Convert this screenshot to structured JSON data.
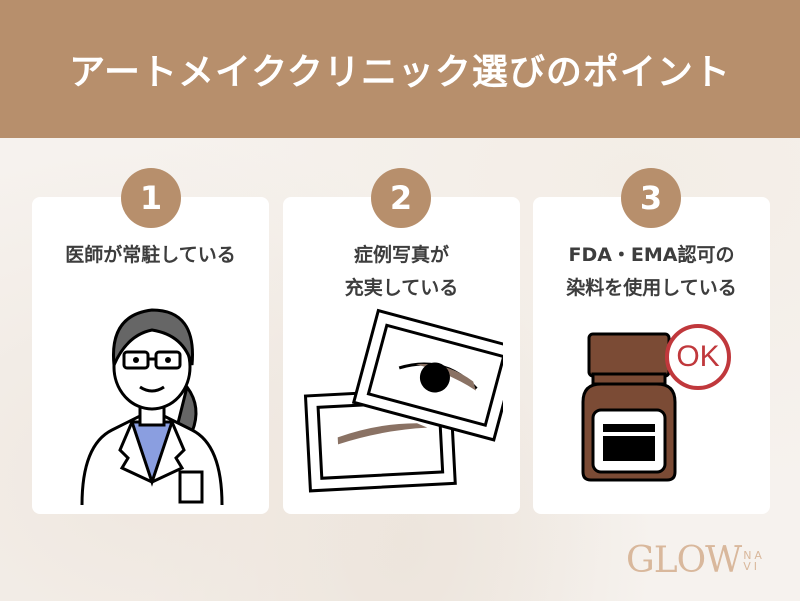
{
  "header": {
    "title": "アートメイククリニック選びのポイント"
  },
  "points": [
    {
      "number": "1",
      "line1": "医師が常駐している",
      "line2": "",
      "illustration": "doctor-illustration"
    },
    {
      "number": "2",
      "line1": "症例写真が",
      "line2": "充実している",
      "illustration": "case-photos-illustration"
    },
    {
      "number": "3",
      "line1": "FDA・EMA認可の",
      "line2": "染料を使用している",
      "illustration": "pigment-bottle-illustration",
      "stamp": "OK"
    }
  ],
  "logo": {
    "main": "GLOW",
    "sub_top": "NA",
    "sub_bottom": "VI"
  },
  "colors": {
    "brand": "#b78f6c",
    "stamp_red": "#c0383c",
    "bottle_brown": "#7b4b35",
    "shirt_blue": "#8a9ee0"
  }
}
